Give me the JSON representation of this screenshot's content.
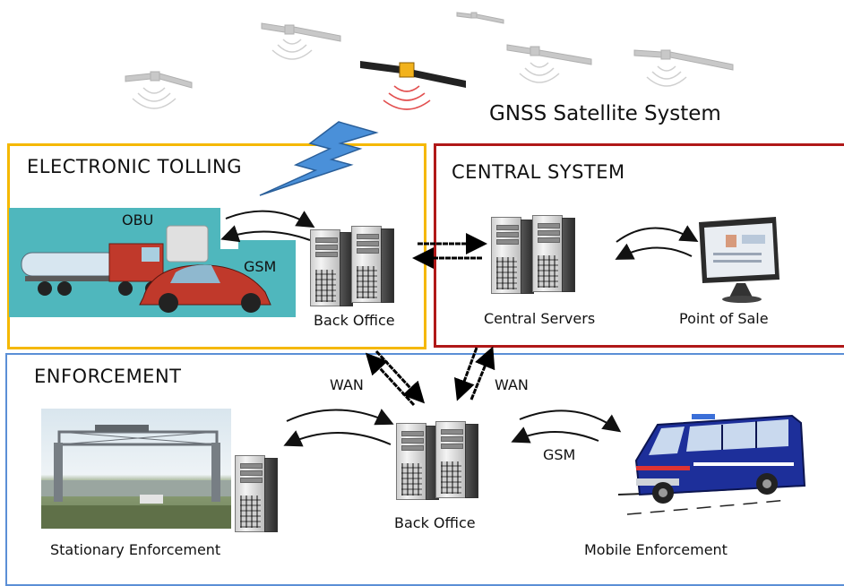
{
  "gnss": {
    "label": "GNSS  Satellite System"
  },
  "electronic_tolling": {
    "title": "ELECTRONIC TOLLING",
    "obu_label": "OBU",
    "gsm_label": "GSM",
    "back_office_label": "Back Office",
    "border_color": "#f5b800"
  },
  "central_system": {
    "title": "CENTRAL SYSTEM",
    "servers_label": "Central Servers",
    "pos_label": "Point of Sale",
    "border_color": "#b01818"
  },
  "enforcement": {
    "title": "ENFORCEMENT",
    "wan_left": "WAN",
    "wan_right": "WAN",
    "gsm_label": "GSM",
    "back_office_label": "Back Office",
    "stationary_label": "Stationary Enforcement",
    "mobile_label": "Mobile Enforcement",
    "border_color": "#5b8fd6"
  }
}
